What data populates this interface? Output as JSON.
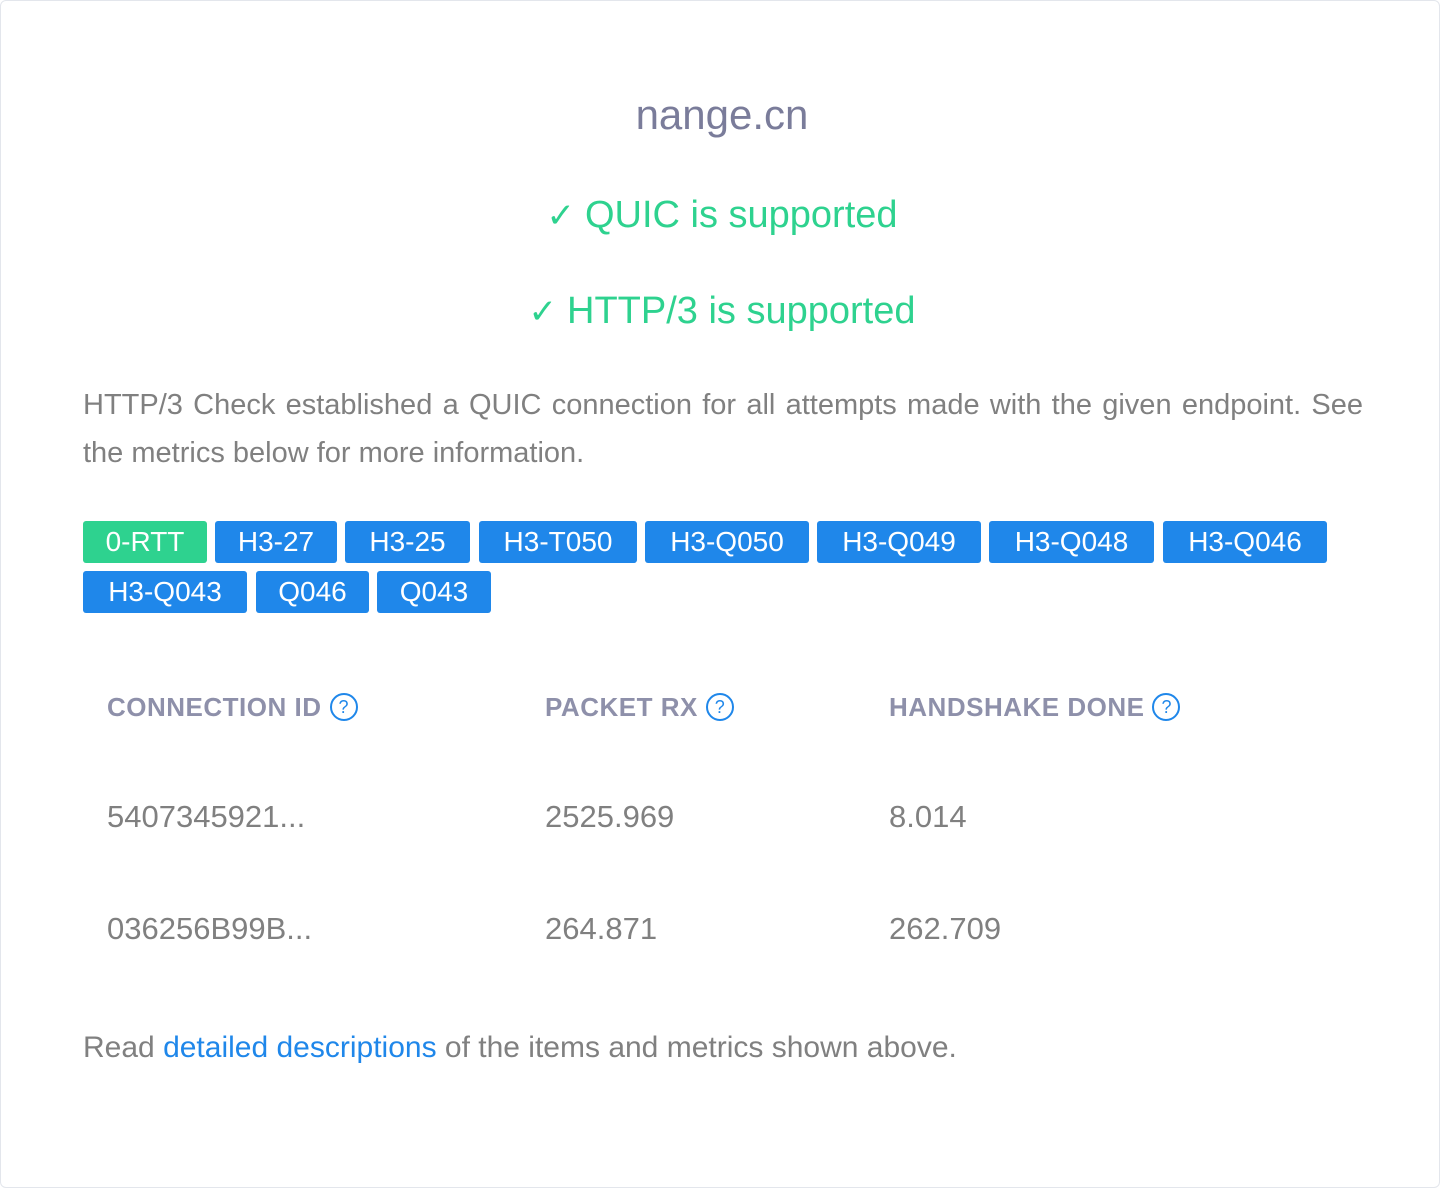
{
  "host": "nange.cn",
  "status": {
    "check_glyph": "✓",
    "quic": "QUIC is supported",
    "http3": "HTTP/3 is supported"
  },
  "description": "HTTP/3 Check established a QUIC connection for all attempts made with the given endpoint. See the metrics below for more information.",
  "badges": [
    "0-RTT",
    "H3-27",
    "H3-25",
    "H3-T050",
    "H3-Q050",
    "H3-Q049",
    "H3-Q048",
    "H3-Q046",
    "H3-Q043",
    "Q046",
    "Q043"
  ],
  "colors": {
    "success": "#2ed28f",
    "primary": "#1f87ea",
    "muted_text": "#808080",
    "header_text": "#8e90aa"
  },
  "table": {
    "headers": [
      "CONNECTION ID",
      "PACKET RX",
      "HANDSHAKE DONE"
    ],
    "help_icon": "question-circle-icon",
    "rows": [
      [
        "5407345921...",
        "2525.969",
        "8.014"
      ],
      [
        "036256B99B...",
        "264.871",
        "262.709"
      ]
    ]
  },
  "footer": {
    "prefix": "Read ",
    "link_text": "detailed descriptions",
    "suffix": " of the items and metrics shown above."
  }
}
